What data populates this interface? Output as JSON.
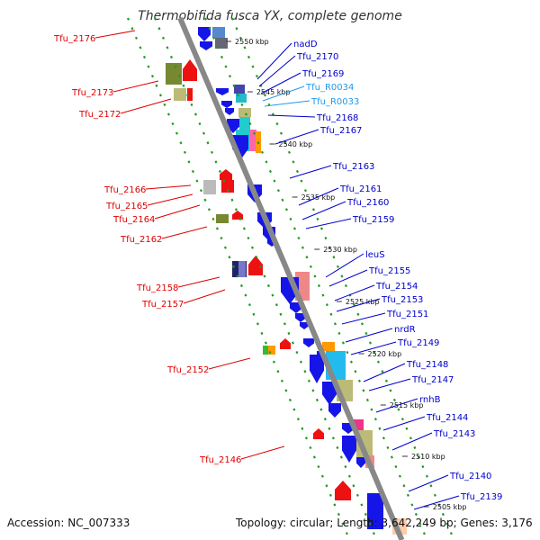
{
  "title": "Thermobifida fusca YX, complete genome",
  "accession": "Accession: NC_007333",
  "summary": "Topology: circular; Length: 3,642,249 bp; Genes: 3,176",
  "colors": {
    "red": "#dd0000",
    "blue": "#0000cc",
    "cyan": "#2299ee",
    "axis": "#888888",
    "dots": "#229922"
  },
  "ticks": [
    {
      "label": "2550 kbp"
    },
    {
      "label": "2545 kbp"
    },
    {
      "label": "2540 kbp"
    },
    {
      "label": "2535 kbp"
    },
    {
      "label": "2530 kbp"
    },
    {
      "label": "2525 kbp"
    },
    {
      "label": "2520 kbp"
    },
    {
      "label": "2515 kbp"
    },
    {
      "label": "2510 kbp"
    },
    {
      "label": "2505 kbp"
    }
  ],
  "left_labels": [
    {
      "text": "Tfu_2176"
    },
    {
      "text": "Tfu_2173"
    },
    {
      "text": "Tfu_2172"
    },
    {
      "text": "Tfu_2166"
    },
    {
      "text": "Tfu_2165"
    },
    {
      "text": "Tfu_2164"
    },
    {
      "text": "Tfu_2162"
    },
    {
      "text": "Tfu_2158"
    },
    {
      "text": "Tfu_2157"
    },
    {
      "text": "Tfu_2152"
    },
    {
      "text": "Tfu_2146"
    }
  ],
  "right_labels": [
    {
      "text": "nadD"
    },
    {
      "text": "Tfu_2170"
    },
    {
      "text": "Tfu_2169"
    },
    {
      "text": "Tfu_R0034"
    },
    {
      "text": "Tfu_R0033"
    },
    {
      "text": "Tfu_2168"
    },
    {
      "text": "Tfu_2167"
    },
    {
      "text": "Tfu_2163"
    },
    {
      "text": "Tfu_2161"
    },
    {
      "text": "Tfu_2160"
    },
    {
      "text": "Tfu_2159"
    },
    {
      "text": "leuS"
    },
    {
      "text": "Tfu_2155"
    },
    {
      "text": "Tfu_2154"
    },
    {
      "text": "Tfu_2153"
    },
    {
      "text": "Tfu_2151"
    },
    {
      "text": "nrdR"
    },
    {
      "text": "Tfu_2149"
    },
    {
      "text": "Tfu_2148"
    },
    {
      "text": "Tfu_2147"
    },
    {
      "text": "rnhB"
    },
    {
      "text": "Tfu_2144"
    },
    {
      "text": "Tfu_2143"
    },
    {
      "text": "Tfu_2140"
    },
    {
      "text": "Tfu_2139"
    }
  ]
}
